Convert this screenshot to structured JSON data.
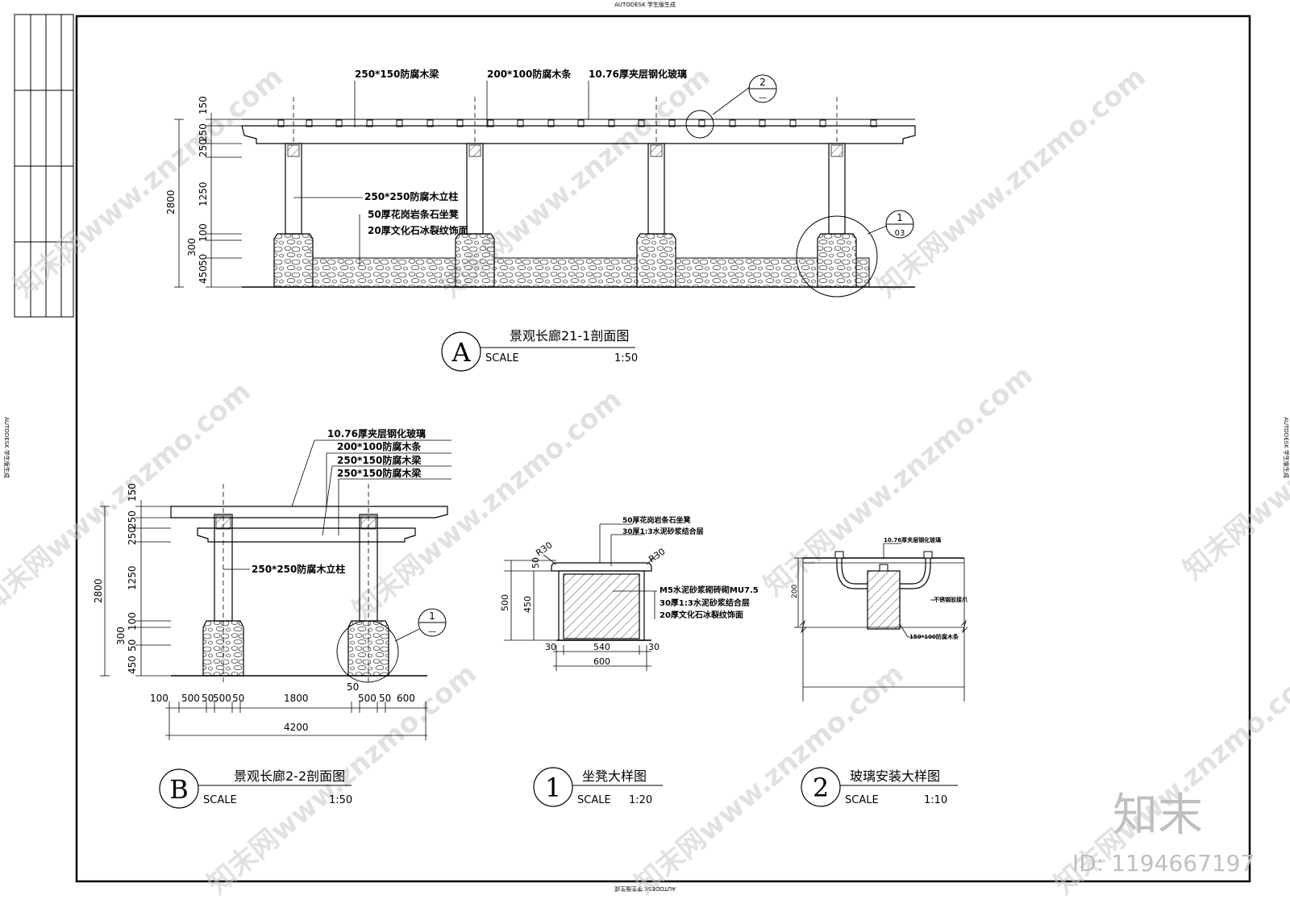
{
  "stamp": {
    "top": "AUTODESK 学生版生成",
    "bottom": "AUTODESK 学生版生成",
    "left": "AUTODESK 学生版生成",
    "right": "AUTODESK 学生版生成"
  },
  "section_a": {
    "labels": [
      "250*150防腐木梁",
      "200*100防腐木条",
      "10.76厚夹层钢化玻璃",
      "250*250防腐木立柱",
      "50厚花岗岩条石坐凳",
      "20厚文化石冰裂纹饰面"
    ],
    "dims_vertical": [
      "150",
      "250",
      "250",
      "1250",
      "100",
      "300",
      "50",
      "450"
    ],
    "dim_total": "2800",
    "callout_2": {
      "num": "2",
      "sheet": "—"
    },
    "callout_1": {
      "num": "1",
      "sheet": "03"
    },
    "title": {
      "letter": "A",
      "name": "景观长廊21-1剖面图",
      "scale_label": "SCALE",
      "scale": "1:50"
    }
  },
  "section_b": {
    "labels": [
      "10.76厚夹层钢化玻璃",
      "200*100防腐木条",
      "250*150防腐木梁",
      "250*150防腐木梁",
      "250*250防腐木立柱"
    ],
    "dims_vertical": [
      "150",
      "250",
      "250",
      "1250",
      "100",
      "300",
      "50",
      "450"
    ],
    "dim_total_v": "2800",
    "dims_horizontal": [
      "100",
      "500",
      "50",
      "500",
      "50",
      "1800",
      "50",
      "500",
      "50",
      "600"
    ],
    "dim_total_h": "4200",
    "callout_1": {
      "num": "1",
      "sheet": "—"
    },
    "title": {
      "letter": "B",
      "name": "景观长廊2-2剖面图",
      "scale_label": "SCALE",
      "scale": "1:50"
    }
  },
  "detail_1": {
    "labels": [
      "50厚花岗岩条石坐凳",
      "30厚1:3水泥砂浆结合层",
      "M5水泥砂浆砌砖砌MU7.5",
      "30厚1:3水泥砂浆结合层",
      "20厚文化石冰裂纹饰面"
    ],
    "radius_left": "R30",
    "radius_right": "R30",
    "dims": [
      "50",
      "500",
      "450",
      "30",
      "540",
      "30",
      "600"
    ],
    "title": {
      "num": "1",
      "name": "坐凳大样图",
      "scale_label": "SCALE",
      "scale": "1:20"
    }
  },
  "detail_2": {
    "labels": [
      "10.76厚夹层钢化玻璃",
      "不锈钢驳接爪",
      "150*100防腐木条"
    ],
    "dims": [
      "200"
    ],
    "title": {
      "num": "2",
      "name": "玻璃安装大样图",
      "scale_label": "SCALE",
      "scale": "1:10"
    }
  },
  "watermark": {
    "site": "知末网www.znzmo.com",
    "logo": "知末",
    "id": "ID: 1194667197"
  }
}
